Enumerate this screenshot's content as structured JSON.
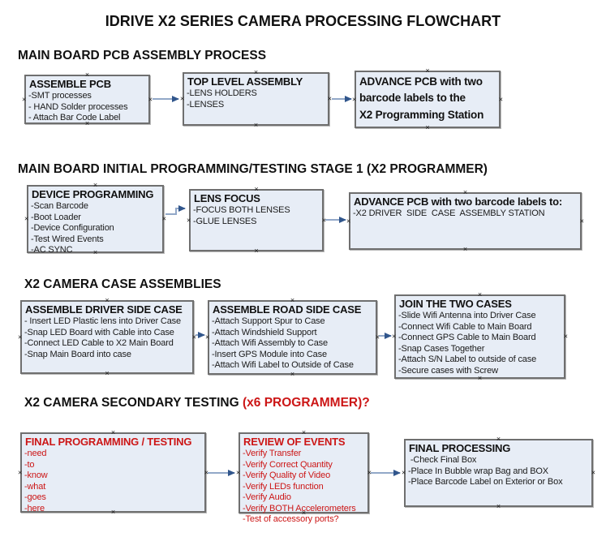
{
  "title": "IDRIVE X2  SERIES CAMERA PROCESSING FLOWCHART",
  "colors": {
    "box_fill": "#e7edf6",
    "box_border": "#6f6f6f",
    "red_text": "#cc1616",
    "connector_line": "#92a8c8",
    "connector_arrowhead": "#31568c",
    "background": "#ffffff",
    "text": "#111111"
  },
  "glyphs": {
    "connection_handle": "×"
  },
  "sections": [
    {
      "header": "MAIN BOARD PCB ASSEMBLY PROCESS",
      "boxes": [
        {
          "title": "ASSEMBLE PCB",
          "lines": [
            "-SMT processes",
            "- HAND Solder processes",
            "- Attach Bar Code Label"
          ]
        },
        {
          "title": "TOP LEVEL ASSEMBLY",
          "lines": [
            "-LENS HOLDERS",
            "-LENSES"
          ]
        },
        {
          "title": "ADVANCE PCB with two\nbarcode labels to the\n X2 Programming Station",
          "lines": []
        }
      ]
    },
    {
      "header": "MAIN BOARD INITIAL PROGRAMMING/TESTING STAGE 1 (X2 PROGRAMMER)",
      "boxes": [
        {
          "title": "DEVICE PROGRAMMING",
          "lines": [
            "-Scan Barcode",
            "-Boot Loader",
            "-Device Configuration",
            "-Test Wired Events",
            "-AC SYNC"
          ]
        },
        {
          "title": "LENS FOCUS",
          "lines": [
            "-FOCUS BOTH LENSES",
            "-GLUE LENSES"
          ]
        },
        {
          "title": "ADVANCE PCB with two barcode labels to:",
          "lines": [
            "-X2 DRIVER  SIDE  CASE  ASSEMBLY STATION"
          ]
        }
      ]
    },
    {
      "header": "X2 CAMERA CASE ASSEMBLIES",
      "boxes": [
        {
          "title": "ASSEMBLE DRIVER SIDE CASE",
          "lines": [
            "- Insert LED Plastic lens into Driver Case",
            "-Snap LED Board with Cable into Case",
            "-Connect LED Cable to X2 Main Board",
            "-Snap Main Board into case"
          ]
        },
        {
          "title": "ASSEMBLE ROAD SIDE CASE",
          "lines": [
            "-Attach Support Spur to Case",
            "-Attach Windshield Support",
            "-Attach Wifi Assembly to Case",
            "-Insert GPS Module into Case",
            "-Attach Wifi Label to Outside of Case"
          ]
        },
        {
          "title": "JOIN THE TWO CASES",
          "lines": [
            "-Slide Wifi Antenna into Driver Case",
            "-Connect Wifi Cable to Main Board",
            "-Connect GPS Cable to Main Board",
            "-Snap Cases Together",
            "-Attach S/N Label to outside of case",
            "-Secure cases with Screw"
          ]
        }
      ]
    },
    {
      "header": "X2 CAMERA SECONDARY TESTING ",
      "header_red": " (x6 PROGRAMMER)?",
      "boxes": [
        {
          "title": "FINAL PROGRAMMING / TESTING",
          "lines": [
            "-need",
            "-to",
            "-know",
            "-what",
            "-goes",
            "-here"
          ]
        },
        {
          "title": "REVIEW OF EVENTS",
          "lines": [
            "-Verify Transfer",
            "-Verify Correct Quantity",
            "-Verify Quality of Video",
            "-Verify LEDs function",
            "-Verify Audio",
            "-Verify BOTH Accelerometers",
            "-Test of accessory ports?"
          ]
        },
        {
          "title": "FINAL PROCESSING",
          "lines": [
            " -Check Final Box",
            "-Place In Bubble wrap Bag and BOX",
            "-Place Barcode Label on Exterior or Box"
          ]
        }
      ]
    }
  ]
}
